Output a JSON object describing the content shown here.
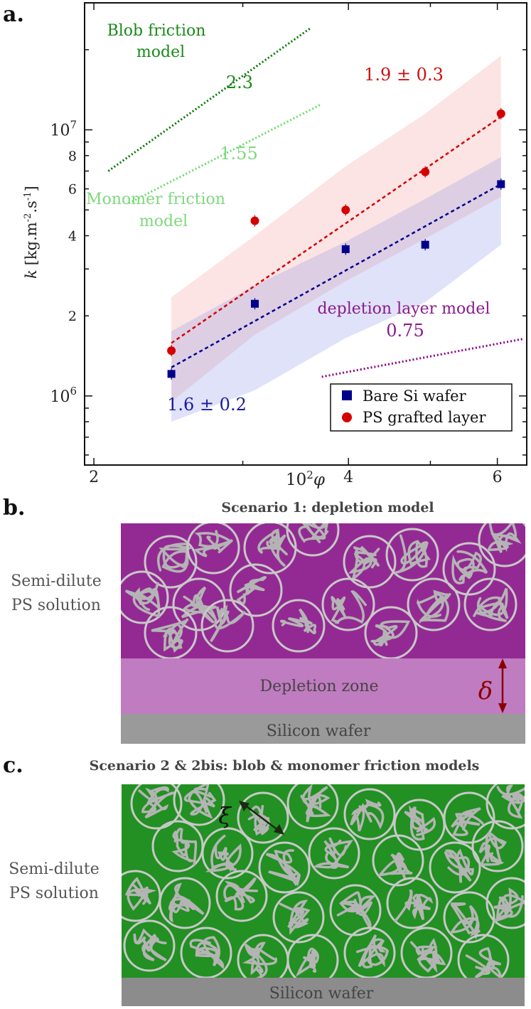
{
  "panel_a": {
    "label": "a.",
    "chart_data": {
      "type": "scatter",
      "xscale": "log",
      "yscale": "log",
      "xlim": [
        1.95,
        6.5
      ],
      "ylim": [
        550000,
        30000000
      ],
      "xlabel_base": "10",
      "xlabel_exp": "2",
      "xlabel_var": "φ",
      "ylabel_var": "k",
      "ylabel_units": "[kg.m",
      "ylabel_exp1": "-2",
      "ylabel_mid": ".s",
      "ylabel_exp2": "-1",
      "ylabel_close": "]",
      "xticks_major": [
        {
          "value": 2,
          "label": "2"
        },
        {
          "value": 4,
          "label": "4"
        },
        {
          "value": 6,
          "label": "6"
        }
      ],
      "yticks_major": [
        {
          "value": 1000000,
          "base": "10",
          "exp": "6"
        },
        {
          "value": 10000000,
          "base": "10",
          "exp": "7"
        }
      ],
      "yticks_minor_labeled": [
        {
          "value": 2000000,
          "label": "2"
        },
        {
          "value": 4000000,
          "label": "4"
        },
        {
          "value": 6000000,
          "label": "6"
        },
        {
          "value": 8000000,
          "label": "8"
        }
      ],
      "series": [
        {
          "name": "Bare Si wafer",
          "marker": "square",
          "color": "#00008b",
          "x": [
            2.47,
            3.1,
            3.97,
            4.93,
            6.06
          ],
          "y": [
            1210000,
            2220000,
            3560000,
            3700000,
            6250000
          ],
          "fit_slope": "1.6 ± 0.2",
          "fit": {
            "x": [
              2.47,
              6.06
            ],
            "y": [
              1280000,
              6250000
            ]
          },
          "band": {
            "x": [
              2.47,
              3.1,
              3.97,
              4.93,
              6.06
            ],
            "low": [
              800000,
              1050000,
              1650000,
              2250000,
              3700000
            ],
            "high": [
              1750000,
              2600000,
              3800000,
              5500000,
              7900000
            ]
          }
        },
        {
          "name": "PS grafted layer",
          "marker": "circle",
          "color": "#d40000",
          "x": [
            2.47,
            3.1,
            3.97,
            4.93,
            6.06
          ],
          "y": [
            1480000,
            4550000,
            5000000,
            6950000,
            11500000
          ],
          "fit_slope": "1.9 ± 0.3",
          "fit": {
            "x": [
              2.47,
              6.06
            ],
            "y": [
              1580000,
              11200000
            ]
          },
          "band": {
            "x": [
              2.47,
              3.1,
              3.97,
              4.93,
              6.06
            ],
            "low": [
              950000,
              1700000,
              2700000,
              3900000,
              5600000
            ],
            "high": [
              2350000,
              4000000,
              7300000,
              11500000,
              19000000
            ]
          }
        }
      ],
      "model_lines": [
        {
          "name": "Blob friction model",
          "label_line1": "Blob friction",
          "label_line2": "model",
          "slope": "2.3",
          "color": "#007700",
          "x": [
            2.08,
            3.6
          ],
          "y": [
            7000000,
            24000000
          ]
        },
        {
          "name": "Monomer friction model",
          "label_line1": "Monomer friction",
          "label_line2": "model",
          "slope": "1.55",
          "color": "#66dd66",
          "x": [
            2.2,
            3.72
          ],
          "y": [
            5300000,
            12500000
          ]
        },
        {
          "name": "depletion layer model",
          "label_line1": "depletion layer model",
          "slope": "0.75",
          "color": "#880088",
          "x": [
            3.72,
            6.45
          ],
          "y": [
            1180000,
            1640000
          ]
        }
      ],
      "legend_position": "lower-right"
    }
  },
  "panel_b": {
    "label": "b.",
    "title": "Scenario 1: depletion model",
    "side_label_line1": "Semi-dilute",
    "side_label_line2": "PS solution",
    "depletion_label": "Depletion zone",
    "delta_symbol": "δ",
    "wafer_label": "Silicon wafer",
    "colors": {
      "solution": "#932a93",
      "depletion": "#c07cc0",
      "wafer": "#9a9a9a",
      "arrow": "#8b0000"
    }
  },
  "panel_c": {
    "label": "c.",
    "title": "Scenario 2 & 2bis: blob & monomer friction models",
    "side_label_line1": "Semi-dilute",
    "side_label_line2": "PS solution",
    "xi_symbol": "ξ",
    "wafer_label": "Silicon wafer",
    "colors": {
      "solution": "#229022",
      "wafer": "#8c8c8c",
      "arrow": "#1a2a10"
    }
  }
}
